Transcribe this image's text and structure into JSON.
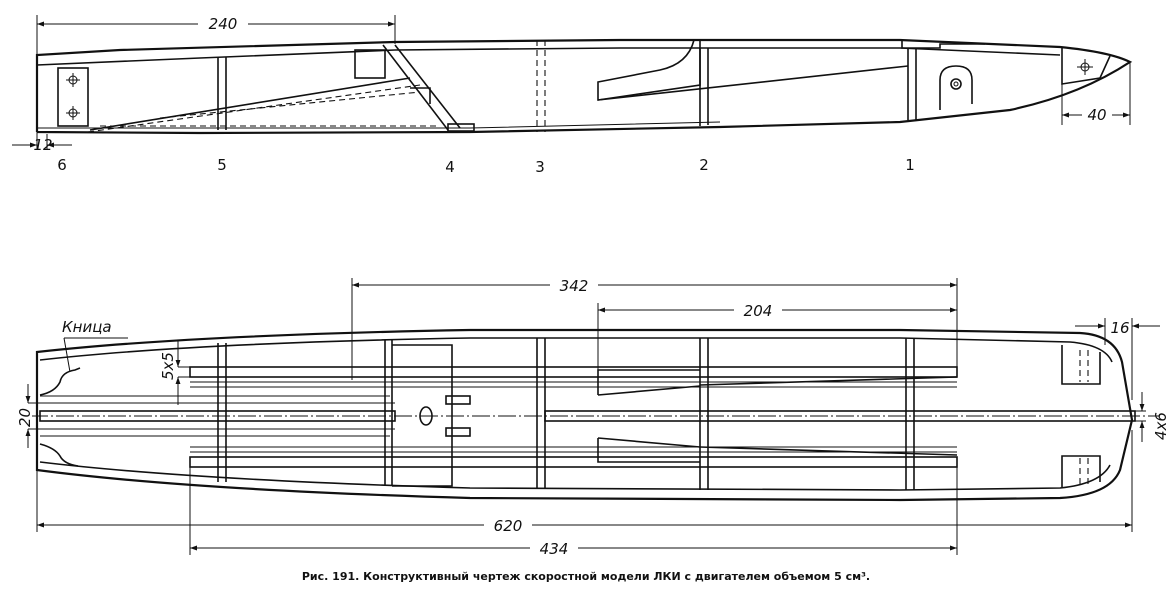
{
  "side_view": {
    "dimensions": {
      "d240": "240",
      "d12": "12",
      "d40": "40"
    },
    "sections": [
      "6",
      "5",
      "4",
      "3",
      "2",
      "1"
    ]
  },
  "top_view": {
    "label_knitsa": "Кница",
    "dimensions": {
      "d342": "342",
      "d204": "204",
      "d16": "16",
      "d5x5": "5x5",
      "d20": "20",
      "d4x6": "4x6",
      "d620": "620",
      "d434": "434"
    }
  },
  "caption": "Рис. 191. Конструктивный чертеж скоростной модели ЛКИ с двигателем объемом 5 см³."
}
